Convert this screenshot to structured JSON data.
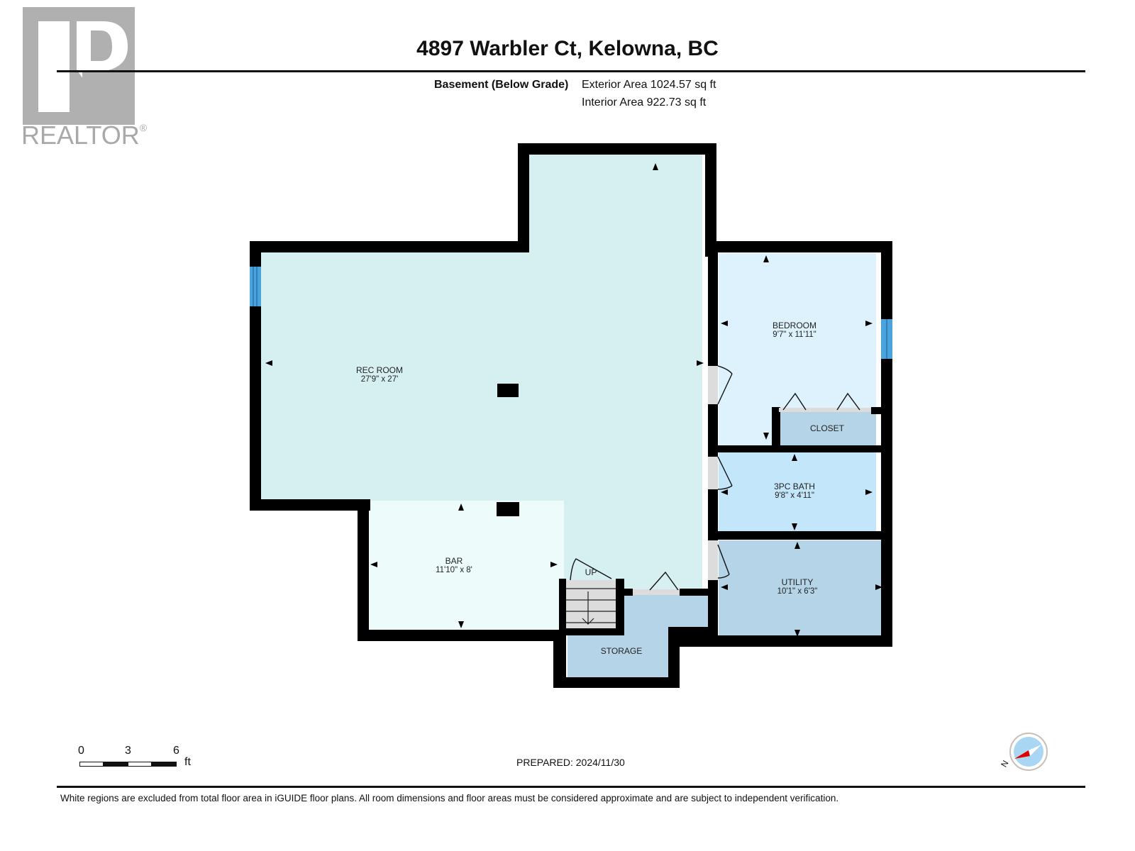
{
  "branding": {
    "logo_text": "REALTOR",
    "registered_mark": "®",
    "logo_color": "#a9a9a9"
  },
  "header": {
    "title": "4897 Warbler Ct, Kelowna, BC",
    "floor_name": "Basement (Below Grade)",
    "exterior_area": "Exterior Area 1024.57 sq ft",
    "interior_area": "Interior Area 922.73 sq ft"
  },
  "rooms": [
    {
      "name": "REC ROOM",
      "dimensions": "27'9\" x 27'",
      "color": "#d6f0f2"
    },
    {
      "name": "BEDROOM",
      "dimensions": "9'7\" x 11'11\"",
      "color": "#ddf2fc"
    },
    {
      "name": "CLOSET",
      "dimensions": "",
      "color": "#b5d4e8"
    },
    {
      "name": "3PC BATH",
      "dimensions": "9'8\" x 4'11\"",
      "color": "#c4e6fa"
    },
    {
      "name": "UTILITY",
      "dimensions": "10'1\" x 6'3\"",
      "color": "#b5d4e8"
    },
    {
      "name": "BAR",
      "dimensions": "11'10\" x 8'",
      "color": "#eefbfb"
    },
    {
      "name": "STORAGE",
      "dimensions": "",
      "color": "#b5d4e8"
    }
  ],
  "stairs": {
    "label": "UP"
  },
  "scale_bar": {
    "ticks": [
      "0",
      "3",
      "6"
    ],
    "unit": "ft"
  },
  "footer": {
    "prepared": "PREPARED: 2024/11/30",
    "disclaimer": "White regions are excluded from total floor area in iGUIDE floor plans. All room dimensions and floor areas must be considered approximate and are subject to independent verification.",
    "compass_label": "N"
  },
  "colors": {
    "wall": "#000000",
    "window": "#4aa3dc",
    "door_opening": "#dcdcdc",
    "compass_pointer": "#e00000",
    "compass_fill": "#a9d6f2"
  }
}
